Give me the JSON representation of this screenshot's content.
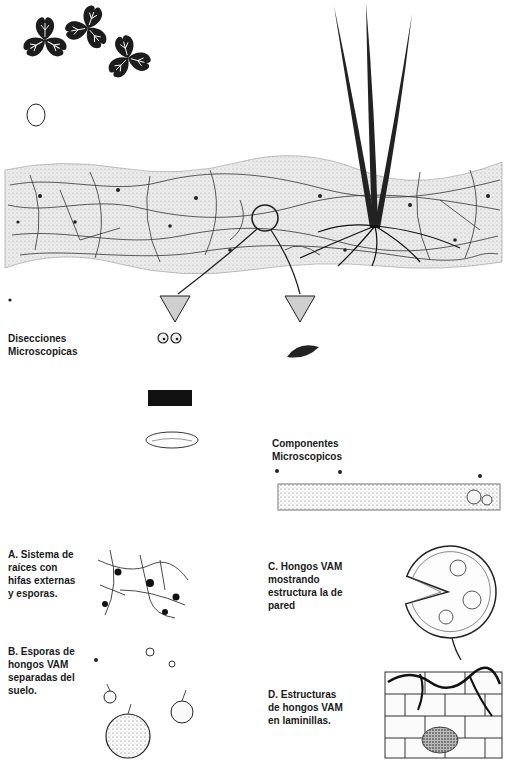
{
  "diagram": {
    "labels": [
      "Disecciones Microscopicas",
      "Componentes Microscopicos",
      "A. Sistema de raíces con hifas externas y esporas.",
      "C. Hongos VAM mostrando estructura la de pared",
      "B. Esporas de hongos VAM separadas del suelo.",
      "D. Estructuras de hongos VAM en laminillas."
    ]
  }
}
